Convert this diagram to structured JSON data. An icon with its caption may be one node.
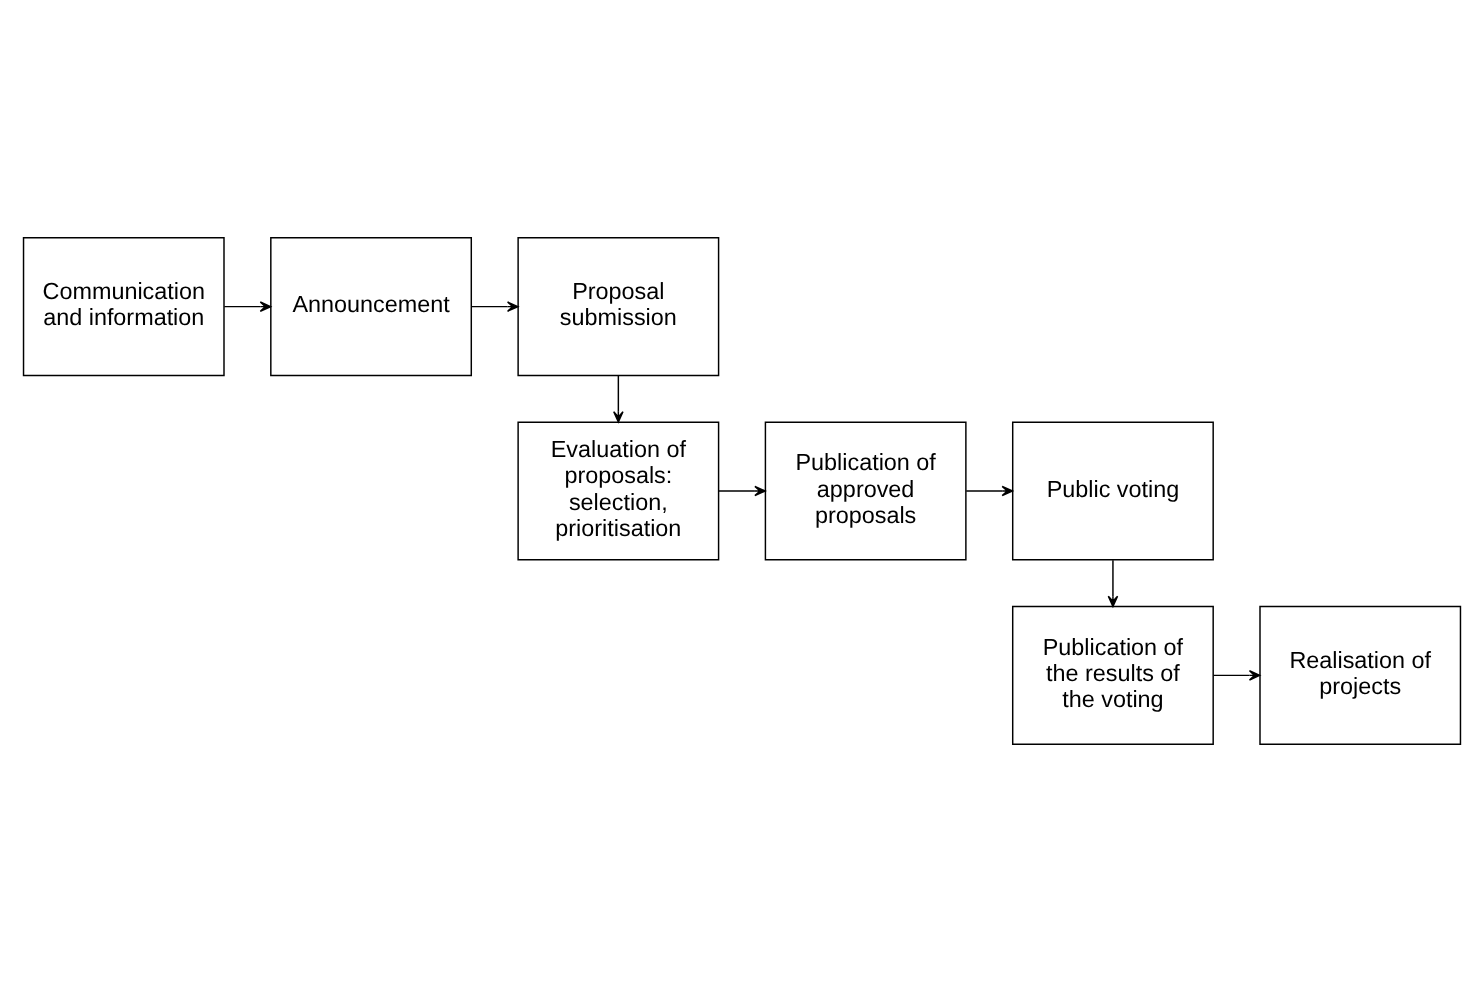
{
  "diagram": {
    "nodes": [
      {
        "text": [
          "Communication and information"
        ]
      },
      {
        "text": [
          "Announcement"
        ]
      },
      {
        "text": [
          "Proposal submission"
        ]
      },
      {
        "text": [
          "Evaluation of proposals: selection, prioritisation"
        ]
      },
      {
        "text": [
          "Publication of approved proposals"
        ]
      },
      {
        "text": [
          "Public voting"
        ]
      },
      {
        "text": [
          "Publication of the results of the voting"
        ]
      },
      {
        "text": [
          "Realisation of projects"
        ]
      }
    ],
    "edges": [
      {
        "from": 0,
        "to": 1,
        "arrow": "to"
      },
      {
        "from": 1,
        "to": 2,
        "arrow": "to"
      },
      {
        "from": 2,
        "to": 3,
        "arrow": "to"
      },
      {
        "from": 3,
        "to": 4,
        "arrow": "to"
      },
      {
        "from": 4,
        "to": 5,
        "arrow": "to"
      },
      {
        "from": 5,
        "to": 6,
        "arrow": "to"
      },
      {
        "from": 6,
        "to": 7,
        "arrow": "to"
      }
    ]
  }
}
